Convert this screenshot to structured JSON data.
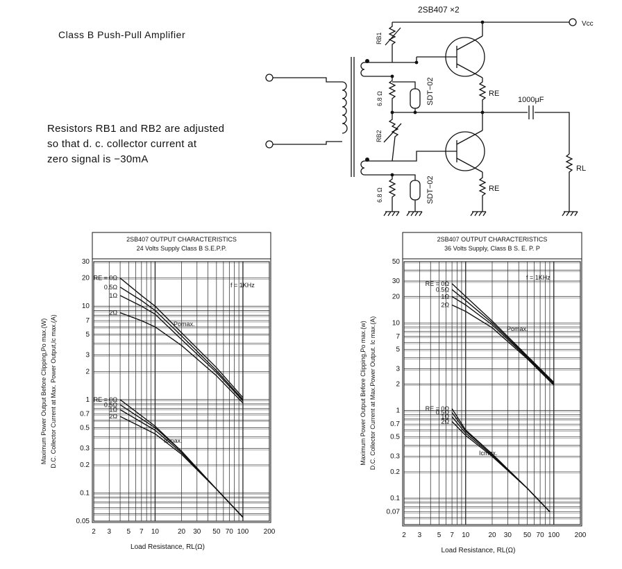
{
  "header": {
    "title": "Class B  Push-Pull  Amplifier"
  },
  "note": {
    "line1": "Resistors RB1 and RB2 are adjusted",
    "line2": "so that d. c. collector current at",
    "line3": "zero signal is  −30mA"
  },
  "schematic": {
    "transistor_label": "2SB407 ×2",
    "vcc": "Vcc",
    "rb1": "RB1",
    "rb2": "RB2",
    "r_top": "6.8 Ω",
    "r_bot": "6.8 Ω",
    "sdt_top": "SDT−02",
    "sdt_bot": "SDT−02",
    "re_top": "RE",
    "re_bot": "RE",
    "cap": "1000μF",
    "rl": "RL"
  },
  "chart_data": [
    {
      "type": "line",
      "title": "2SB407  OUTPUT CHARACTERISTICS",
      "subtitle": "24  Volts  Supply  Class B  S.E.P.P.",
      "ylabel_line1": "Maximum Power Output Before Clipping,Po max.(W)",
      "ylabel_line2": "D.C. Collector Current at Max. Power Output,Ic max.(A)",
      "xlabel": "Load  Resistance, RL(Ω)",
      "xscale": "log",
      "yscale": "log",
      "xlim": [
        2,
        200
      ],
      "ylim": [
        0.05,
        30
      ],
      "xticks": [
        "2",
        "3",
        "5",
        "7",
        "10",
        "20",
        "30",
        "50",
        "70",
        "100",
        "200"
      ],
      "xtick_values": [
        2,
        3,
        5,
        7,
        10,
        20,
        30,
        50,
        70,
        100,
        200
      ],
      "yticks": [
        "30",
        "20",
        "10",
        "7",
        "5",
        "3",
        "2",
        "1",
        "0.7",
        "0.5",
        "0.3",
        "0.2",
        "0.1",
        "0.05"
      ],
      "ytick_values": [
        30,
        20,
        10,
        7,
        5,
        3,
        2,
        1,
        0.7,
        0.5,
        0.3,
        0.2,
        0.1,
        0.05
      ],
      "annotations": {
        "freq": "f = 1KHz",
        "pomax": "Pomax.",
        "icmax": "Icmax.",
        "re_header_po": "RE = 0Ω",
        "re_header_ic": "RE = 0Ω"
      },
      "po_series": [
        {
          "name": "0Ω",
          "label": "RE = 0Ω",
          "x": [
            4,
            7,
            10,
            20,
            50,
            100
          ],
          "y": [
            20,
            13,
            10,
            5.2,
            2.2,
            1.05
          ]
        },
        {
          "name": "0.5Ω",
          "label": "0.5Ω",
          "x": [
            4,
            7,
            10,
            20,
            50,
            100
          ],
          "y": [
            16,
            11.5,
            9,
            4.8,
            2.05,
            1.0
          ]
        },
        {
          "name": "1Ω",
          "label": "1Ω",
          "x": [
            4,
            7,
            10,
            20,
            50,
            100
          ],
          "y": [
            13,
            10,
            8.2,
            4.4,
            1.95,
            0.97
          ]
        },
        {
          "name": "2Ω",
          "label": "2Ω",
          "x": [
            4,
            7,
            10,
            20,
            50,
            100
          ],
          "y": [
            8.5,
            7,
            6,
            3.8,
            1.8,
            0.92
          ]
        }
      ],
      "ic_series": [
        {
          "name": "0Ω",
          "label": "RE = 0Ω",
          "x": [
            4,
            10,
            20,
            50,
            100
          ],
          "y": [
            1.0,
            0.52,
            0.28,
            0.11,
            0.055
          ]
        },
        {
          "name": "0.5Ω",
          "label": "0.5Ω",
          "x": [
            4,
            10,
            20,
            50,
            100
          ],
          "y": [
            0.88,
            0.5,
            0.28,
            0.11,
            0.055
          ]
        },
        {
          "name": "1Ω",
          "label": "1Ω",
          "x": [
            4,
            10,
            20,
            50,
            100
          ],
          "y": [
            0.78,
            0.47,
            0.27,
            0.11,
            0.055
          ]
        },
        {
          "name": "2Ω",
          "label": "2Ω",
          "x": [
            4,
            10,
            20,
            50,
            100
          ],
          "y": [
            0.66,
            0.43,
            0.26,
            0.11,
            0.055
          ]
        }
      ]
    },
    {
      "type": "line",
      "title": "2SB407  OUTPUT CHARACTERISTICS",
      "subtitle": "36  Volts Supply, Class B  S. E. P. P",
      "ylabel_line1": "Maximum Power Output Before Clipping,Po max.(w)",
      "ylabel_line2": "D.C. Collector Current at Max.Power Output. Ic max.(A)",
      "xlabel": "Load  Resistance, RL(Ω)",
      "xscale": "log",
      "yscale": "log",
      "xlim": [
        2,
        200
      ],
      "ylim": [
        0.05,
        50
      ],
      "xticks": [
        "2",
        "3",
        "5",
        "7",
        "10",
        "20",
        "30",
        "50",
        "70",
        "100",
        "200"
      ],
      "xtick_values": [
        2,
        3,
        5,
        7,
        10,
        20,
        30,
        50,
        70,
        100,
        200
      ],
      "yticks": [
        "50",
        "30",
        "20",
        "10",
        "7",
        "5",
        "3",
        "2",
        "1",
        "0.7",
        "0.5",
        "0.3",
        "0.2",
        "0.1",
        "0.07"
      ],
      "ytick_values": [
        50,
        30,
        20,
        10,
        7,
        5,
        3,
        2,
        1,
        0.7,
        0.5,
        0.3,
        0.2,
        0.1,
        0.07
      ],
      "annotations": {
        "freq": "f = 1KHz",
        "pomax": "Pomax.",
        "icmax": "Icmax.",
        "re_header_po": "RE = 0Ω",
        "re_header_ic": "RE = 0Ω"
      },
      "po_series": [
        {
          "name": "0Ω",
          "label": "RE = 0Ω",
          "x": [
            7,
            10,
            20,
            50,
            100
          ],
          "y": [
            28,
            20,
            10.5,
            4.2,
            2.1
          ]
        },
        {
          "name": "0.5Ω",
          "label": "0.5Ω",
          "x": [
            7,
            10,
            20,
            50,
            100
          ],
          "y": [
            24,
            18,
            10,
            4.1,
            2.05
          ]
        },
        {
          "name": "1Ω",
          "label": "1Ω",
          "x": [
            7,
            10,
            20,
            50,
            100
          ],
          "y": [
            20,
            16,
            9.5,
            4.0,
            2.0
          ]
        },
        {
          "name": "2Ω",
          "label": "2Ω",
          "x": [
            7,
            10,
            20,
            50,
            100
          ],
          "y": [
            16,
            13.5,
            8.8,
            3.9,
            1.95
          ]
        }
      ],
      "ic_series": [
        {
          "name": "0Ω",
          "label": "RE = 0Ω",
          "x": [
            7,
            10,
            20,
            50,
            90
          ],
          "y": [
            1.05,
            0.6,
            0.32,
            0.13,
            0.07
          ]
        },
        {
          "name": "0.5Ω",
          "label": "0.5Ω",
          "x": [
            7,
            10,
            20,
            50,
            90
          ],
          "y": [
            0.95,
            0.58,
            0.32,
            0.13,
            0.07
          ]
        },
        {
          "name": "1Ω",
          "label": "1Ω",
          "x": [
            7,
            10,
            20,
            50,
            90
          ],
          "y": [
            0.85,
            0.55,
            0.31,
            0.13,
            0.07
          ]
        },
        {
          "name": "2Ω",
          "label": "2Ω",
          "x": [
            7,
            10,
            20,
            50,
            90
          ],
          "y": [
            0.75,
            0.52,
            0.3,
            0.13,
            0.07
          ]
        }
      ]
    }
  ]
}
